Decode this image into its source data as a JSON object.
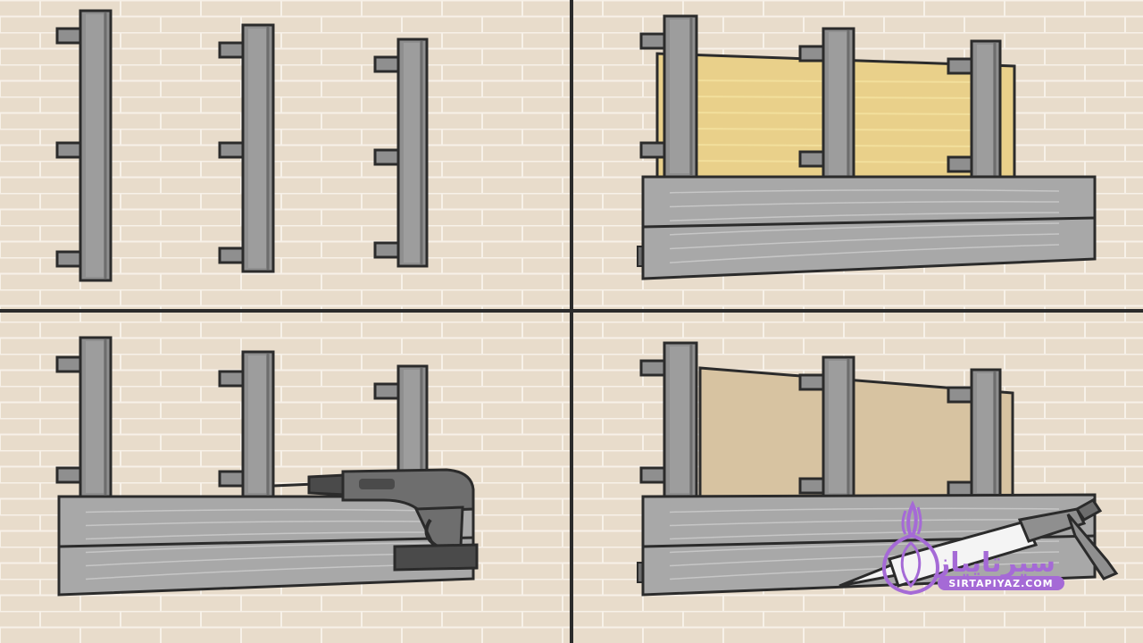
{
  "image": {
    "title": "",
    "panel_count": 4,
    "layout": "2x2"
  },
  "colors": {
    "wall": "#e8dccb",
    "brick_line": "#f7f1e8",
    "divider": "#2b2b2b",
    "metal": "#8f8f8f",
    "metal_dark": "#6d6d6d",
    "metal_light": "#b8b8b8",
    "outline": "#2b2b2b",
    "siding": "#a8a8a8",
    "siding_grain": "#c6c6c6",
    "insulation": "#e9d08a",
    "insulation_line": "#f2df9c",
    "board": "#d7c3a1",
    "drill_body": "#6e6e6e",
    "drill_dark": "#4a4a4a",
    "caulk_tube": "#f4f4f4",
    "watermark": "#a56ad6"
  },
  "panels": [
    {
      "name": "panel-1-studs",
      "step": 1,
      "contents": [
        "metal-studs"
      ]
    },
    {
      "name": "panel-2-insulation-siding",
      "step": 2,
      "contents": [
        "metal-studs",
        "insulation-sheet",
        "siding-panels"
      ]
    },
    {
      "name": "panel-3-drill",
      "step": 3,
      "contents": [
        "metal-studs",
        "siding-panels",
        "power-drill"
      ]
    },
    {
      "name": "panel-4-caulk",
      "step": 4,
      "contents": [
        "metal-studs",
        "backer-board",
        "siding-panels",
        "caulk-gun"
      ]
    }
  ],
  "watermark": {
    "icon": "onion-logo-icon",
    "persian_text": "سیرتاپیاز",
    "latin_text": "SIRTAPIYAZ.COM"
  }
}
